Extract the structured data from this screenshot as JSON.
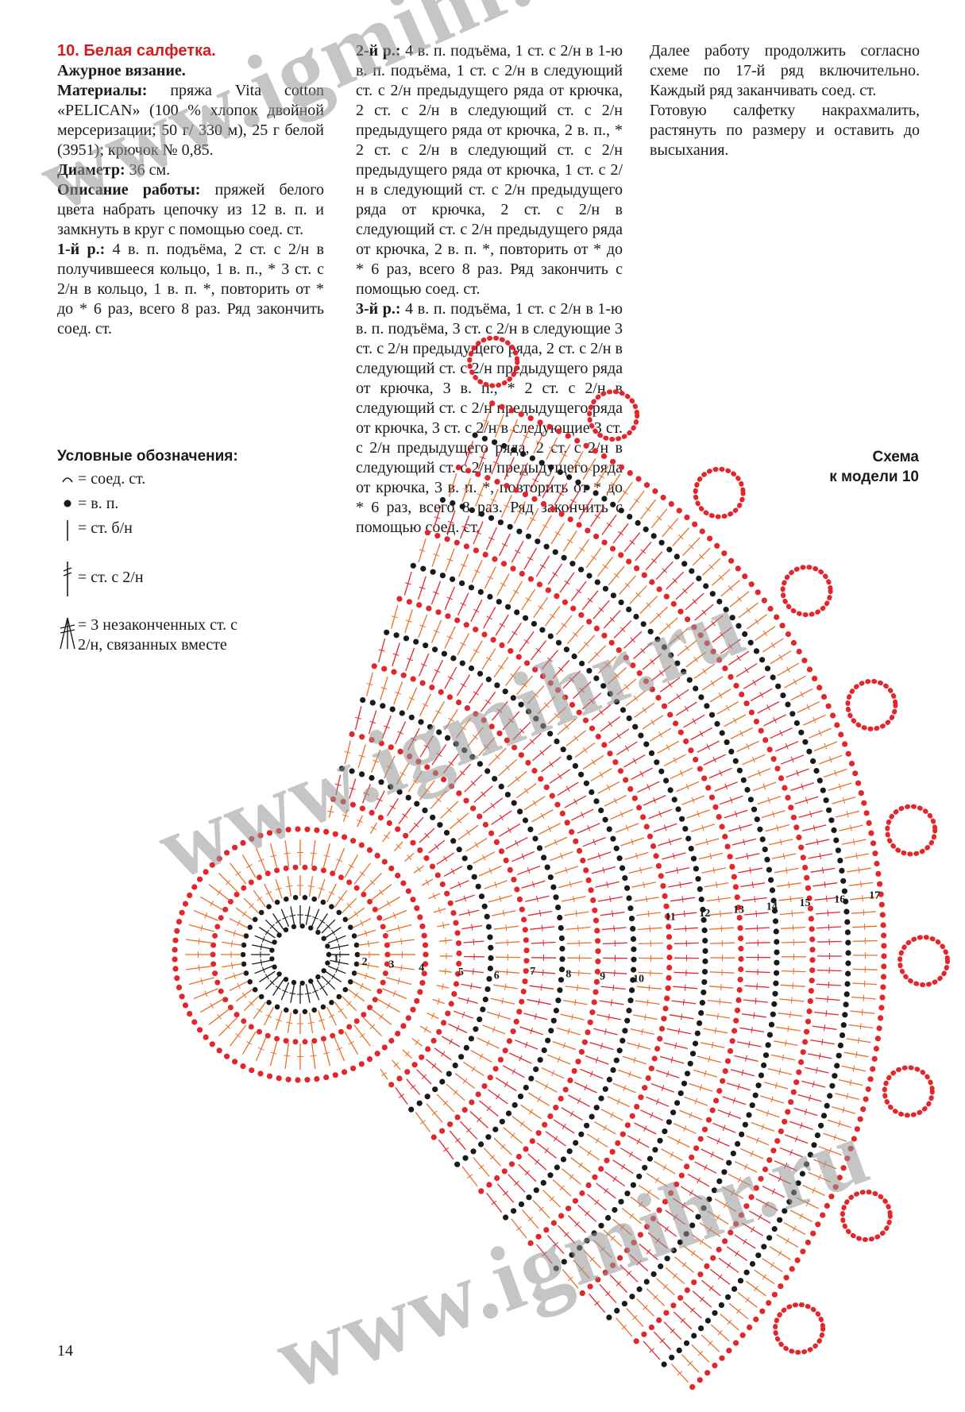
{
  "article": {
    "title": "10. Белая салфетка.",
    "subtitle": "Ажурное вязание.",
    "materials_label": "Материалы:",
    "materials_text": " пряжа Vita cotton «PELICAN» (100 % хлопок двойной мерсеризации; 50 г/ 330 м), 25 г белой (3951); крючок № 0,85.",
    "diameter_label": "Диаметр:",
    "diameter_text": " 36 см.",
    "description_label": "Описание работы:",
    "description_text": " пряжей белого цвета набрать цепочку из 12 в. п. и замкнуть в круг с помощью соед. ст.",
    "row1_label": "1-й р.:",
    "row1_text": " 4 в. п. подъёма, 2 ст. с 2/н в получившееся кольцо, 1 в. п., * 3 ст. с 2/н в кольцо, 1 в. п. *, повторить от * до * 6 раз, всего 8 раз. Ряд закончить соед. ст.",
    "row2_label": "2-й р.:",
    "row2_text": " 4 в. п. подъёма, 1 ст. с 2/н в 1-ю в. п. подъёма, 1 ст. с 2/н в следующий ст. с 2/н предыдущего ряда от крючка, 2 ст. с 2/н в следующий ст. с 2/н предыдущего ряда от крючка, 2 в. п., * 2 ст. с 2/н в следующий ст. с 2/н предыдущего ряда от крючка, 1 ст. с 2/н в следующий ст. с 2/н предыдущего ряда от крючка, 2 ст. с 2/н в следующий ст. с 2/н предыдущего ряда от крючка, 2 в. п. *, повторить от * до * 6 раз, всего 8 раз. Ряд закончить с помощью соед. ст.",
    "row3_label": "3-й р.:",
    "row3_text": " 4 в. п. подъёма, 1 ст. с 2/н в 1-ю в. п. подъёма, 3 ст. с 2/н в следующие 3 ст. с 2/н предыдущего ряда, 2 ст. с 2/н в следующий ст. с 2/н предыдущего ряда от крючка, 3 в. п., * 2 ст. с 2/н в следующий ст. с 2/н предыдущего ряда от крючка, 3 ст. с 2/н в следующие 3 ст. с 2/н предыдущего ряда, 2 ст. с 2/н в следующий ст. с 2/н предыдущего ряда от крючка, 3 в. п. *, повторить от * до * 6 раз, всего 8 раз. Ряд закончить с помощью соед. ст.",
    "continue_text": "Далее работу продолжить согласно схеме по 17-й ряд включительно. Каждый ряд заканчивать соед. ст.",
    "finish_text": "Готовую салфетку накрахмалить, растянуть по размеру и оставить до высыхания."
  },
  "legend": {
    "title": "Условные обозначения:",
    "items": [
      {
        "icon": "slip-stitch-icon",
        "label": "= соед. ст."
      },
      {
        "icon": "chain-stitch-icon",
        "label": "= в. п."
      },
      {
        "icon": "single-crochet-icon",
        "label": "= ст. б/н"
      },
      {
        "icon": "double-treble-icon",
        "label": "= ст. с 2/н"
      },
      {
        "icon": "cluster-icon",
        "label": "= 3 незаконченных ст. с 2/н, связанных вместе"
      }
    ]
  },
  "scheme": {
    "caption_line1": "Схема",
    "caption_line2": "к модели 10",
    "row_numbers": [
      "1",
      "2",
      "3",
      "4",
      "5",
      "6",
      "7",
      "8",
      "9",
      "10",
      "11",
      "12",
      "13",
      "14",
      "15",
      "16",
      "17"
    ]
  },
  "watermark": "www.igmihr.ru",
  "page_number": "14",
  "colors": {
    "title": "#d71920",
    "red_rows": "#e3262a",
    "black_rows": "#1a1a1a",
    "orange_rows": "#e8702a"
  }
}
